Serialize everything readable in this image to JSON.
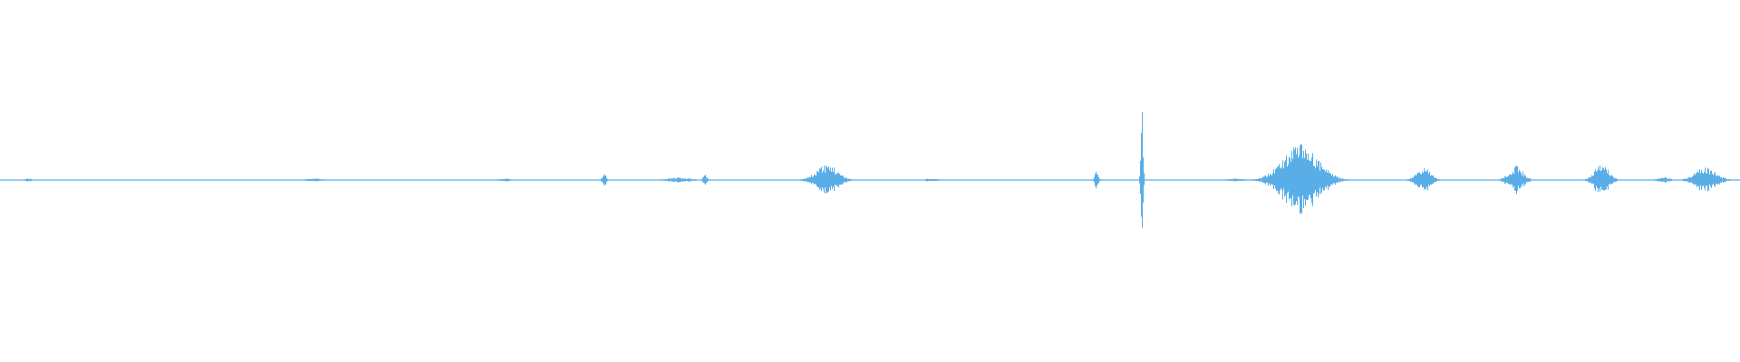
{
  "waveform": {
    "color": "#5aaee8",
    "background": "#ffffff",
    "amplitude_scale": 1.0,
    "samples_x_extent": 1920,
    "bursts": [
      {
        "t": 0.016,
        "amp": 0.01,
        "width": 0.002
      },
      {
        "t": 0.18,
        "amp": 0.01,
        "width": 0.004
      },
      {
        "t": 0.29,
        "amp": 0.01,
        "width": 0.003
      },
      {
        "t": 0.347,
        "amp": 0.04,
        "width": 0.001
      },
      {
        "t": 0.39,
        "amp": 0.015,
        "width": 0.006
      },
      {
        "t": 0.405,
        "amp": 0.04,
        "width": 0.001
      },
      {
        "t": 0.475,
        "amp": 0.09,
        "width": 0.006
      },
      {
        "t": 0.535,
        "amp": 0.01,
        "width": 0.003
      },
      {
        "t": 0.63,
        "amp": 0.05,
        "width": 0.001
      },
      {
        "t": 0.656,
        "amp": 0.42,
        "width": 0.0006
      },
      {
        "t": 0.71,
        "amp": 0.01,
        "width": 0.004
      },
      {
        "t": 0.747,
        "amp": 0.2,
        "width": 0.01
      },
      {
        "t": 0.818,
        "amp": 0.07,
        "width": 0.004
      },
      {
        "t": 0.871,
        "amp": 0.08,
        "width": 0.004
      },
      {
        "t": 0.92,
        "amp": 0.1,
        "width": 0.004
      },
      {
        "t": 0.956,
        "amp": 0.02,
        "width": 0.003
      },
      {
        "t": 0.98,
        "amp": 0.07,
        "width": 0.006
      }
    ]
  }
}
